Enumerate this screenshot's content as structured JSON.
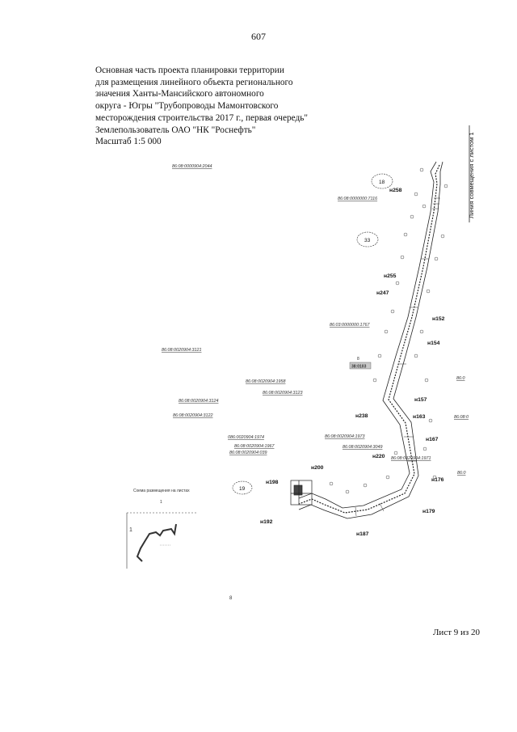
{
  "page_number": "607",
  "header": {
    "lines": [
      "Основная часть проекта планировки территории",
      "для размещения линейного объекта регионального",
      "значения Ханты-Мансийского автономного",
      "округа - Югры \"Трубопроводы Мамонтовского",
      "месторождения строительства 2017 г., первая очередь\"",
      "Землепользователь ОАО \"НК \"Роснефть\"",
      "Масштаб 1:5 000"
    ]
  },
  "side_note": "Линия совмещения с листом 1",
  "footer": "Лист 9 из 20",
  "map": {
    "nodes": [
      {
        "id": "n258",
        "label": "н258"
      },
      {
        "id": "n255",
        "label": "н255"
      },
      {
        "id": "n247",
        "label": "н247"
      },
      {
        "id": "n152",
        "label": "н152"
      },
      {
        "id": "n154",
        "label": "н154"
      },
      {
        "id": "n157",
        "label": "н157"
      },
      {
        "id": "n163",
        "label": "н163"
      },
      {
        "id": "n238",
        "label": "н238"
      },
      {
        "id": "n167",
        "label": "н167"
      },
      {
        "id": "n220",
        "label": "н220"
      },
      {
        "id": "n200",
        "label": "н200"
      },
      {
        "id": "n198",
        "label": "н198"
      },
      {
        "id": "n176",
        "label": "н176"
      },
      {
        "id": "n179",
        "label": "н179"
      },
      {
        "id": "n192",
        "label": "н192"
      },
      {
        "id": "n187",
        "label": "н187"
      }
    ],
    "circles": [
      {
        "id": "c18",
        "label": "18"
      },
      {
        "id": "c33",
        "label": "33"
      },
      {
        "id": "c19",
        "label": "19"
      }
    ],
    "cadastral": [
      {
        "id": "k1",
        "label": "86:08:0000904:2044"
      },
      {
        "id": "k2",
        "label": "86:08:0000000:7116"
      },
      {
        "id": "k3",
        "label": "86:03:0000000:1767"
      },
      {
        "id": "k4",
        "label": "86:08:0020904:3121"
      },
      {
        "id": "k5",
        "label": "86:08:0020904:1958"
      },
      {
        "id": "k6",
        "label": "86:08:0020904:3123"
      },
      {
        "id": "k7",
        "label": "86:08:0020904:3124"
      },
      {
        "id": "k8",
        "label": "86:08:0020904:3122"
      },
      {
        "id": "k9",
        "label": "086:0020904:1974"
      },
      {
        "id": "k10",
        "label": "86:08:0020904:1973"
      },
      {
        "id": "k11",
        "label": "86:08:0020904:1967"
      },
      {
        "id": "k12",
        "label": "86:08:0020904:3049"
      },
      {
        "id": "k13",
        "label": "86:08:0020904:039"
      },
      {
        "id": "k14",
        "label": "86:08:0020904:1971"
      },
      {
        "id": "k15",
        "label": "86:0"
      },
      {
        "id": "k16",
        "label": "86:08:0"
      },
      {
        "id": "k17",
        "label": "86:0"
      }
    ],
    "area_label_small": "8",
    "area_label_big": "38:0103",
    "inset_title": "Схема размещения на листах",
    "inset_sheet_a": "1",
    "inset_sheet_b": "1",
    "mark_bottom": "8"
  },
  "colors": {
    "line": "#222222",
    "dense": "#333333",
    "highlight": "#c8c8c8"
  }
}
